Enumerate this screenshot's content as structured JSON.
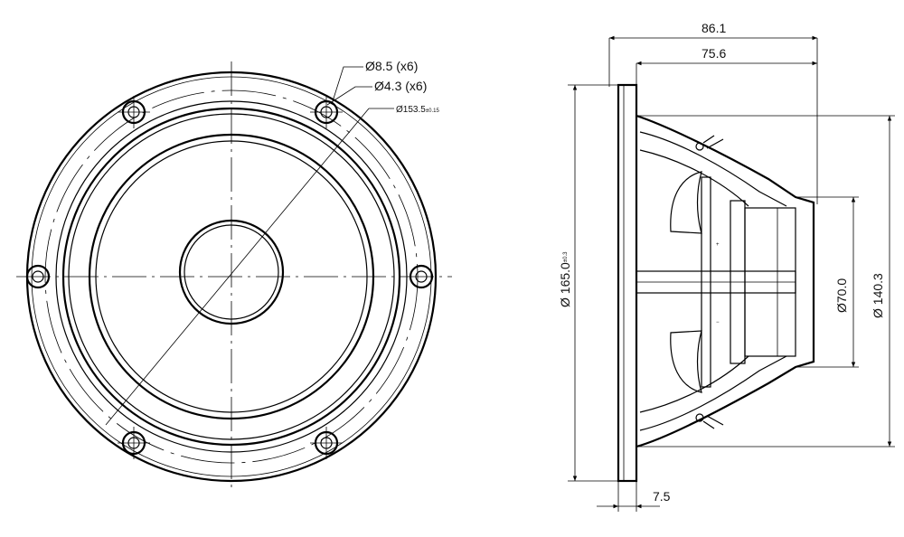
{
  "front_view": {
    "labels": {
      "bolt_hole": "Ø8.5 (x6)",
      "hole_small": "Ø4.3 (x6)",
      "pcd_main": "Ø153.5",
      "pcd_tol": "±0.15"
    }
  },
  "side_view": {
    "dims": {
      "overall_depth": "86.1",
      "frame_depth": "75.6",
      "flange_thickness": "7.5",
      "outer_diameter": "Ø 165.0",
      "outer_diameter_tol": "±0.3",
      "magnet_diameter": "Ø70.0",
      "basket_diameter": "Ø 140.3"
    }
  },
  "colors": {
    "line": "#000000",
    "background": "#ffffff"
  }
}
